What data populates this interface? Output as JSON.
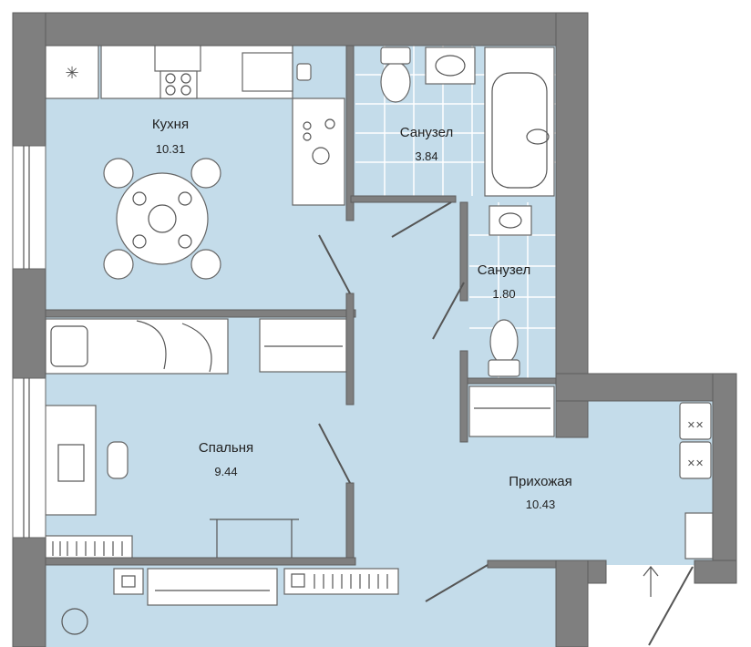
{
  "plan": {
    "rooms": [
      {
        "name": "Кухня",
        "area": "10.31"
      },
      {
        "name": "Санузел",
        "area": "3.84"
      },
      {
        "name": "Санузел",
        "area": "1.80"
      },
      {
        "name": "Спальня",
        "area": "9.44"
      },
      {
        "name": "Прихожая",
        "area": "10.43"
      }
    ],
    "colors": {
      "wall": "#7f7f7f",
      "floor": "#c4dcea",
      "fixture": "#ffffff"
    }
  }
}
